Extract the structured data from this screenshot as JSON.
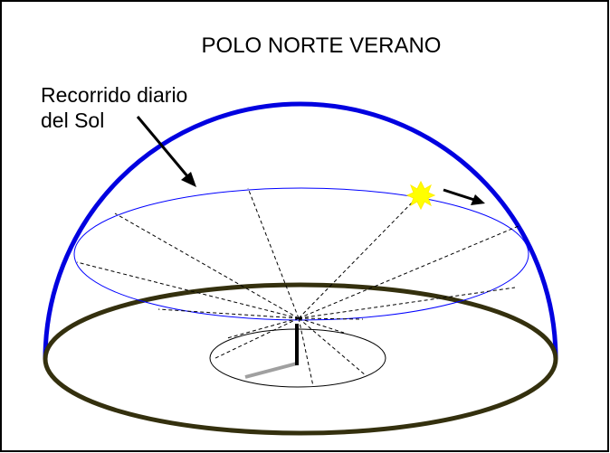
{
  "diagram": {
    "title": "POLO NORTE VERANO",
    "path_label_line1": "Recorrido diario",
    "path_label_line2": "del Sol"
  },
  "colors": {
    "background": "#ffffff",
    "frame": "#000000",
    "celestial_dome": "#0000e0",
    "horizon": "#34300e",
    "sun_path": "#0000ff",
    "sun": "#ffff00",
    "shadow": "#a0a0a0",
    "gnomon": "#000000"
  },
  "icons": {
    "sun": "sun-icon",
    "direction_arrow": "arrow-right-icon"
  }
}
